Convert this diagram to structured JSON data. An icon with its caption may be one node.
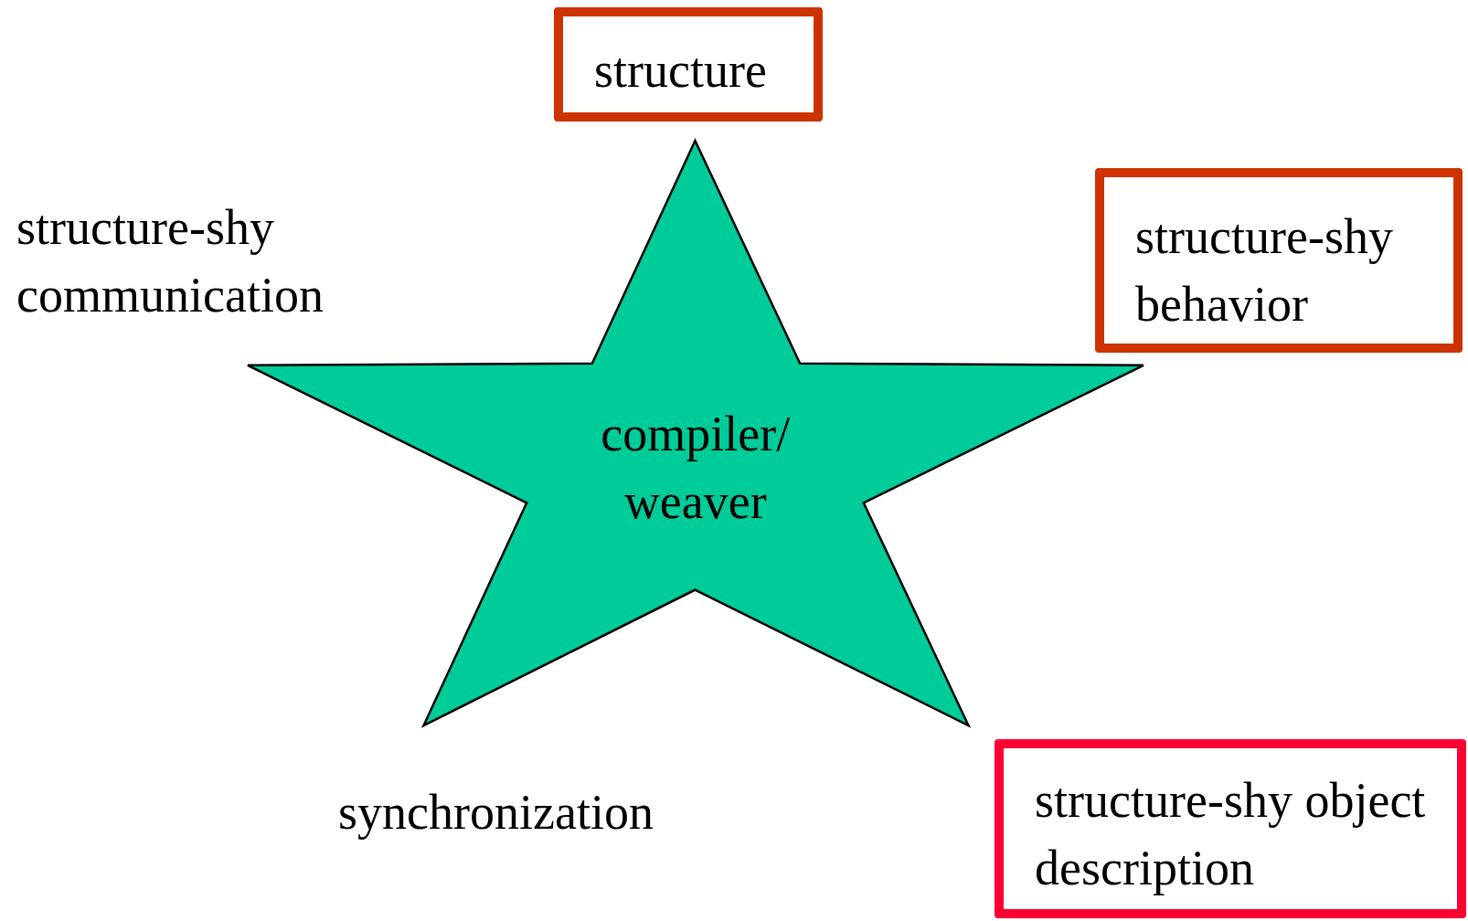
{
  "diagram": {
    "nodes": [
      {
        "text": [
          "structure"
        ]
      },
      {
        "text": [
          "structure-shy behavior"
        ]
      },
      {
        "text": [
          "compiler/ weaver"
        ]
      },
      {
        "text": [
          "structure-shy object description"
        ]
      }
    ],
    "edges": [],
    "labels": [
      "structure-shy communication",
      "synchronization"
    ]
  }
}
